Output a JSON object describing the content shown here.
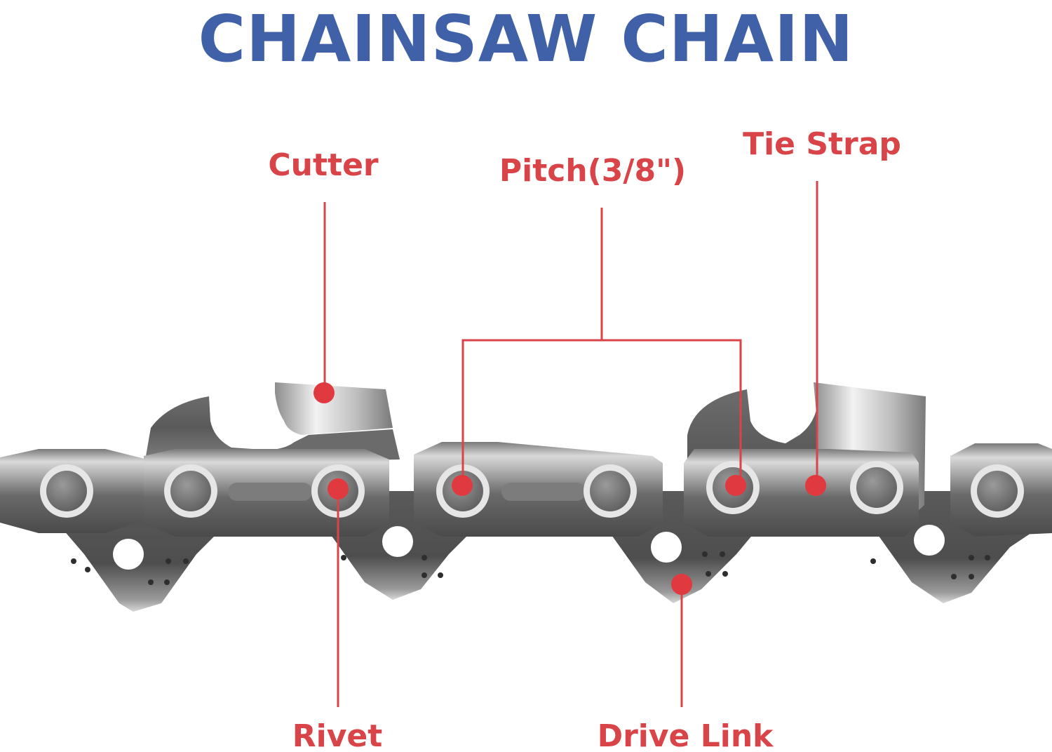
{
  "title": "CHAINSAW CHAIN",
  "colors": {
    "title": "#4060a8",
    "label": "#d84447",
    "leader": "#d84447",
    "dot": "#e0393f",
    "steel_dark": "#545454",
    "steel_mid": "#8a8a8a",
    "steel_light": "#dedede",
    "rivet": "#7a7a7a"
  },
  "labels": {
    "cutter": "Cutter",
    "pitch": "Pitch(3/8\")",
    "tie_strap": "Tie Strap",
    "rivet": "Rivet",
    "drive_link": "Drive Link"
  }
}
